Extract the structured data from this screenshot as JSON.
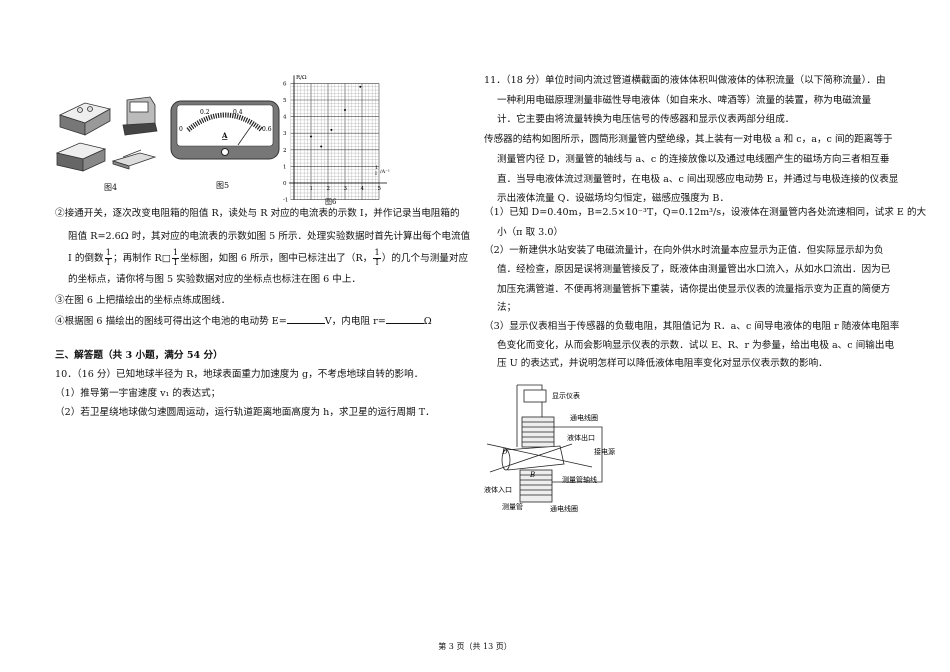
{
  "left": {
    "fig4_caption": "图4",
    "fig5_caption": "图5",
    "fig6_caption": "图6",
    "fig5": {
      "ticks": [
        "0",
        "0.2",
        "0.4",
        "0.6"
      ],
      "meter_label": "A"
    },
    "fig6": {
      "y_axis_label": "R/Ω",
      "x_axis_unit": "/A⁻¹",
      "x_axis_frac_n": "1",
      "x_axis_frac_d": "I",
      "y_ticks": [
        "-1",
        "0",
        "1",
        "2",
        "3",
        "4",
        "5",
        "6"
      ],
      "x_ticks": [
        "1",
        "2",
        "3",
        "4",
        "5"
      ],
      "points": [
        [
          1.0,
          2.8
        ],
        [
          1.6,
          2.2
        ],
        [
          2.2,
          3.2
        ],
        [
          3.0,
          4.4
        ],
        [
          3.9,
          5.8
        ]
      ]
    },
    "p2_line1": "②接通开关，逐次改变电阻箱的阻值 R，读处与 R 对应的电流表的示数 I，并作记录当电阻箱的",
    "p2_line2": "阻值 R=2.6Ω 时，其对应的电流表的示数如图 5 所示．处理实验数据时首先计算出每个电流值",
    "p2_line3a": "I 的倒数",
    "p2_line3b": "；再制作 R□",
    "p2_line3c": "坐标图，如图 6 所示，图中已标注出了（R，",
    "p2_line3d": "）的几个与测量对应",
    "frac_n": "1",
    "frac_d": "I",
    "p2_line4": "的坐标点，请你将与图 5 实验数据对应的坐标点也标注在图 6 中上．",
    "p3": "③在图 6 上把描绘出的坐标点练成图线．",
    "p4a": "④根据图 6 描绘出的图线可得出这个电池的电动势 E=",
    "p4b": "V，内电阻 r=",
    "p4c": "Ω",
    "section": "三、解答题（共 3 小题，满分 54 分）",
    "q10": "10．（16 分）已知地球半径为 R，地球表面重力加速度为 g，不考虑地球自转的影响．",
    "q10_1": "（1）推导第一宇宙速度 v₁ 的表达式；",
    "q10_2": "（2）若卫星绕地球做匀速圆周运动，运行轨道距离地面高度为 h，求卫星的运行周期 T．"
  },
  "right": {
    "lines": [
      "11．（18 分）单位时间内流过管道横截面的液体体积叫做液体的体积流量（以下简称流量）．由",
      "一种利用电磁原理测量非磁性导电液体（如自来水、啤酒等）流量的装置，称为电磁流量",
      "计．它主要由将流量转换为电压信号的传感器和显示仪表两部分组成．",
      "传感器的结构如图所示，圆筒形测量管内壁绝缘，其上装有一对电极 a 和 c，a，c 间的距离等于",
      "测量管内径 D，测量管的轴线与 a、c 的连接放像以及通过电线圈产生的磁场方向三者相互垂",
      "直．当导电液体流过测量管时，在电极 a、c 间出现感应电动势 E，并通过与电极连接的仪表显",
      "示出液体流量 Q．设磁场均匀恒定，磁感应强度为 B．",
      "（1）已知 D=0.40m，B=2.5×10⁻³T，Q=0.12m³/s，设液体在测量管内各处流速相同，试求 E 的大",
      "小（π 取 3.0）",
      "（2）一新建供水站安装了电磁流量计，在向外供水时流量本应显示为正值．但实际显示却为负",
      "值．经检查，原因是误将测量管接反了，既液体由测量管出水口流入，从如水口流出．因为已",
      "加压充满管道．不便再将测量管拆下重装，请你提出使显示仪表的流量指示变为正直的简便方",
      "法；",
      "（3）显示仪表相当于传感器的负载电阻，其阻值记为 R．a、c 间导电液体的电阻 r 随液体电阻率",
      "色变化而变化，从而会影响显示仪表的示数．试以 E、R、r 为参量，给出电极 a、c 间输出电",
      "压 U 的表达式，并说明怎样可以降低液体电阻率变化对显示仪表示数的影响．"
    ],
    "figure_labels": {
      "display": "显示仪表",
      "coil_top": "通电线圈",
      "outlet": "液体出口",
      "power": "接电源",
      "axis": "测量管轴线",
      "inlet": "液体入口",
      "tube": "测量管",
      "coil_bottom": "通电线圈",
      "D": "D",
      "B": "B"
    }
  },
  "footer": "第 3 页（共 13 页）"
}
